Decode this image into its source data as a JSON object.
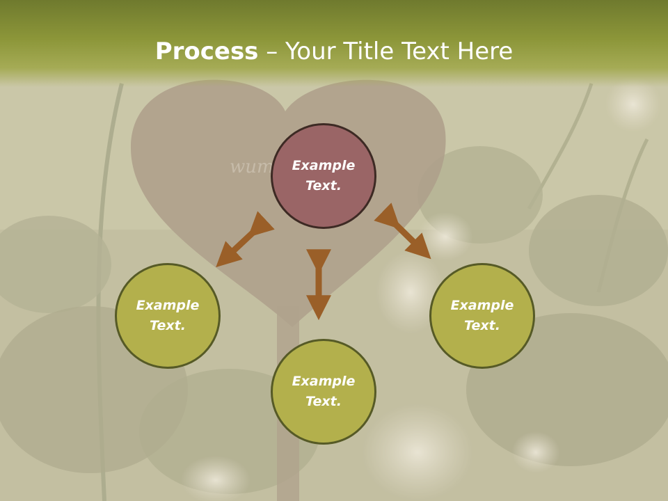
{
  "title": {
    "bold_part": "Process",
    "rest_part": " – Your Title Text Here"
  },
  "nodes": {
    "center": {
      "line1": "Example",
      "line2": "Text."
    },
    "left": {
      "line1": "Example",
      "line2": "Text."
    },
    "bottom": {
      "line1": "Example",
      "line2": "Text."
    },
    "right": {
      "line1": "Example",
      "line2": "Text."
    }
  },
  "colors": {
    "title_bar": "#8c9639",
    "center_node": "#9a6566",
    "outer_node": "#b3b04c",
    "arrow": "#9a5f28"
  }
}
